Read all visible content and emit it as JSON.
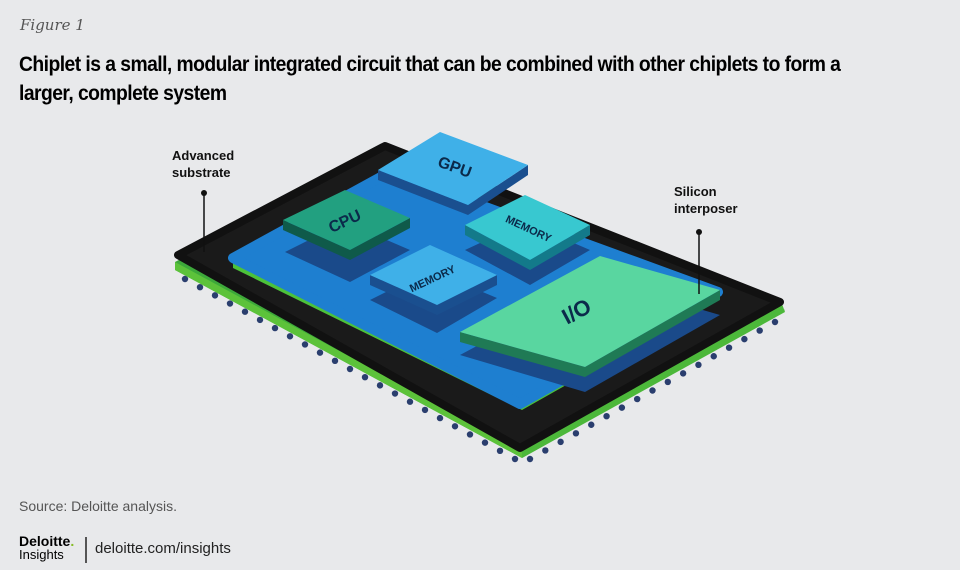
{
  "figure_label": "Figure 1",
  "title": "Chiplet is a small, modular integrated circuit that can be combined with other chiplets to form a larger, complete system",
  "callouts": {
    "substrate": [
      "Advanced",
      "substrate"
    ],
    "interposer": [
      "Silicon",
      "interposer"
    ]
  },
  "chiplets": {
    "gpu": "GPU",
    "cpu": "CPU",
    "memory_right": "MEMORY",
    "memory_center": "MEMORY",
    "io": "I/O"
  },
  "source": "Source: Deloitte analysis.",
  "footer": {
    "brand": "Deloitte",
    "brand_dot": ".",
    "sub": "Insights",
    "url": "deloitte.com/insights"
  },
  "colors": {
    "background": "#e8e9eb",
    "substrate": "#1a1a1a",
    "edge_green": "#5cc23a",
    "interposer": "#1e7fd0",
    "chip": "#3fb0e8",
    "io": "#59d6a0"
  }
}
